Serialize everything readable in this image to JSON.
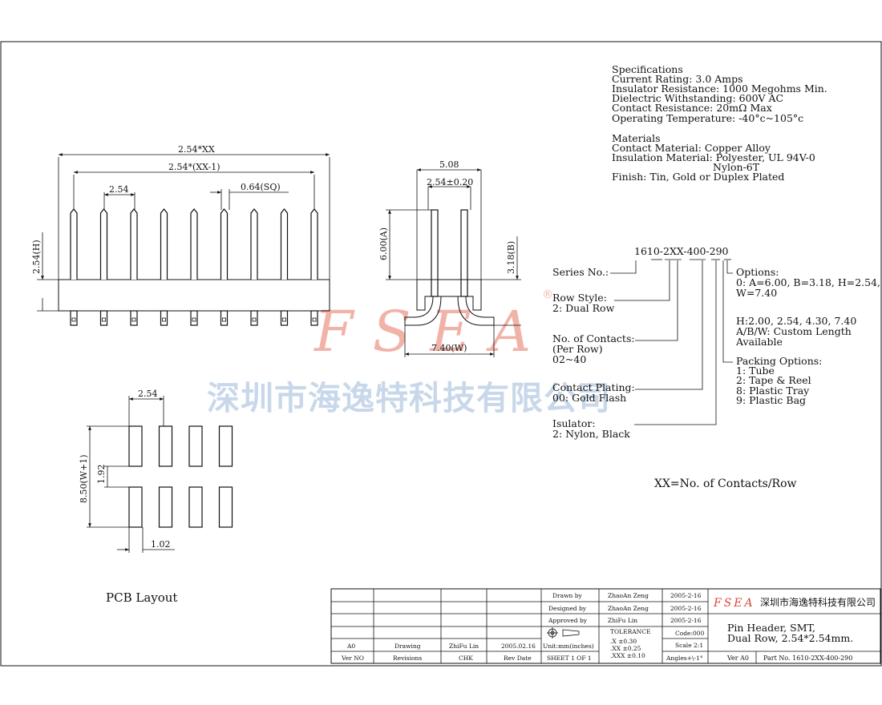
{
  "specifications": {
    "heading": "Specifications",
    "lines": [
      "Current Rating: 3.0 Amps",
      "Insulator Resistance: 1000 Megohms Min.",
      "Dielectric Withstanding: 600V AC",
      "Contact Resistance: 20mΩ Max",
      "Operating Temperature: -40°c~105°c"
    ]
  },
  "materials": {
    "heading": "Materials",
    "lines": [
      "Contact Material: Copper Alloy",
      "Insulation Material: Polyester, UL 94V-0",
      "Nylon-6T",
      "Finish: Tin, Gold or Duplex Plated"
    ]
  },
  "front_view": {
    "dim_overall": "2.54*XX",
    "dim_span": "2.54*(XX-1)",
    "dim_pitch": "2.54",
    "dim_pin": "0.64(SQ)",
    "dim_height": "2.54(H)"
  },
  "side_view": {
    "dim_top": "5.08",
    "dim_pitch": "2.54±0.20",
    "dim_a": "6.00(A)",
    "dim_b": "3.18(B)",
    "dim_w": "7.40(W)"
  },
  "pcb": {
    "dim_pitch": "2.54",
    "dim_total": "8.50(W+1)",
    "dim_gap": "1.92",
    "dim_pad": "1.02",
    "label": "PCB Layout"
  },
  "part_code": {
    "code": "1610-2XX-400-290",
    "left_labels": [
      [
        "Series No.:"
      ],
      [
        "Row Style:",
        "2: Dual Row"
      ],
      [
        "No. of Contacts:",
        "(Per Row)",
        "02~40"
      ],
      [
        "Contact Plating:",
        "00: Gold Flash"
      ],
      [
        "Isulator:",
        "2: Nylon, Black"
      ]
    ],
    "options": [
      "Options:",
      "0: A=6.00, B=3.18, H=2.54,",
      "W=7.40"
    ],
    "options_extra": [
      "H:2.00, 2.54, 4.30, 7.40",
      "A/B/W: Custom Length",
      "Available"
    ],
    "packing": [
      "Packing Options:",
      "1: Tube",
      "2: Tape & Reel",
      "8: Plastic Tray",
      "9: Plastic Bag"
    ],
    "note": "XX=No. of Contacts/Row"
  },
  "watermark": {
    "logo": "FSEA",
    "trademark": "®",
    "company": "深圳市海逸特科技有限公司"
  },
  "title_block": {
    "revision": {
      "ver_value": "A0",
      "revision_value": "Drawing",
      "chk_value": "ZhiFu Lin",
      "date_value": "2005.02.16",
      "ver_label": "Ver NO",
      "revisions_label": "Revisions",
      "chk_label": "CHK",
      "date_label": "Rev Date"
    },
    "units": "Unit:mm(inches)",
    "sheet": "SHEET 1 OF 1",
    "drawn_label": "Drawn  by",
    "drawn_name": "ZhaoAn Zeng",
    "drawn_date": "2005-2-16",
    "designed_label": "Designed  by",
    "designed_name": "ZhaoAn Zeng",
    "designed_date": "2005-2-16",
    "approved_label": "Approved  by",
    "approved_name": "ZhiFu Lin",
    "approved_date": "2005-2-16",
    "tolerance_label": "TOLERANCE",
    "tol_x": ".X     ±0.30",
    "tol_xx": ".XX    ±0.25",
    "tol_xxx": ".XXX   ±0.10",
    "code": "Code:000",
    "scale": "Scale  2:1",
    "angles": "Angles+\\-1°",
    "company_logo": "FSEA",
    "company_name": "深圳市海逸特科技有限公司",
    "title_line1": "Pin Header, SMT,",
    "title_line2": "Dual Row, 2.54*2.54mm.",
    "ver_footer": "Ver A0",
    "part_footer": "Part No.   1610-2XX-400-290"
  }
}
